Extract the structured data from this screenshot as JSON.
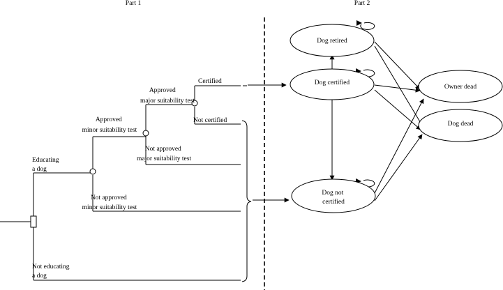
{
  "parts": {
    "left": "Part 1",
    "right": "Part 2"
  },
  "tree": {
    "educating": [
      "Educating",
      "a dog"
    ],
    "not_educating": [
      "Not educating",
      "a dog"
    ],
    "approved_minor": [
      "Approved",
      "minor suitability test"
    ],
    "not_approved_minor": [
      "Not approved",
      "minor suitability test"
    ],
    "approved_major": [
      "Approved",
      "major suitability test"
    ],
    "not_approved_major": [
      "Not approved",
      "major suitability test"
    ],
    "certified": "Certified",
    "not_certified": "Not certified"
  },
  "states": {
    "dog_retired": [
      "Dog retired"
    ],
    "dog_certified": [
      "Dog certified"
    ],
    "dog_not_certified": [
      "Dog not",
      "certified"
    ],
    "owner_dead": [
      "Owner dead"
    ],
    "dog_dead": [
      "Dog dead"
    ]
  }
}
